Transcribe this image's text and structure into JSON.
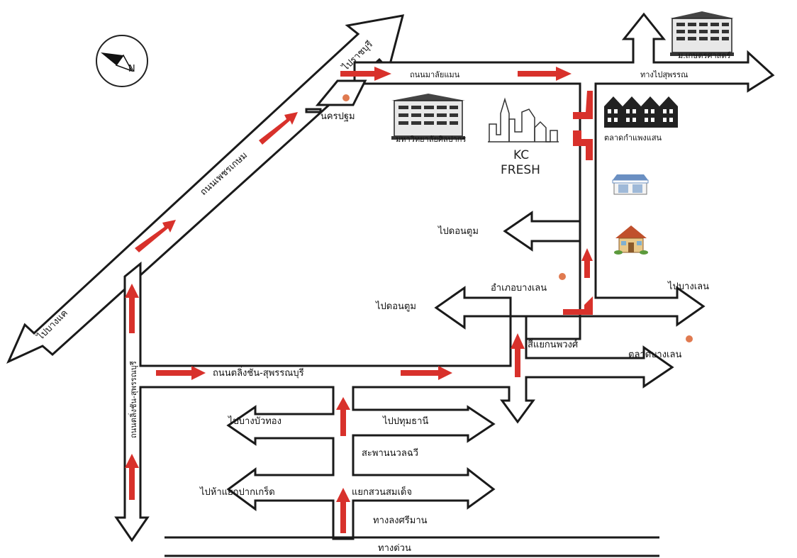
{
  "compass": {
    "north_letter": "N"
  },
  "roads": {
    "phet_kasem": "ถนนเพชรเกษม",
    "malaiman": "ถนนมาลัยแมน",
    "taling_chan": "ถนนตลิ่งชัน-สุพรรณบุรี",
    "taling_chan_vertical": "ถนนตลิ่งชัน-สุพรรณบุรี",
    "expressway": "ทางด่วน"
  },
  "directions": {
    "to_ratchaburi": "ไปราชบุรี",
    "to_bang_khae": "ไปบางแค",
    "to_suphan": "ทางไปสุพรรณ",
    "to_don_tum_upper": "ไปดอนตูม",
    "to_don_tum_lower": "ไปดอนตูม",
    "to_bang_len": "ไปบางเลน",
    "to_bang_bua_thong": "ไปบางบัวทอง",
    "to_pathum_thani": "ไปปทุมธานี",
    "to_pak_kret": "ไปห้าแยกปากเกร็ด",
    "to_sriman": "ทางลงศรีมาน"
  },
  "places": {
    "nakhon_pathom": "นครปฐม",
    "kasetsart": "ม.เกษตรศาสตร์",
    "silpakorn": "มหาวิทยาลัยศิลปากร",
    "kc_fresh_line1": "KC",
    "kc_fresh_line2": "FRESH",
    "kamphaeng_saen_market": "ตลาดกำแพงแสน",
    "amphoe_bang_len": "อำเภอบางเลน",
    "si_yaek_nop_phong": "สี่แยกนพวงศ์",
    "bang_len_market": "ตลาดบางเลน",
    "nawalchawi_bridge": "สะพานนวลฉวี",
    "yaek_suan_somdet": "แยกสวนสมเด็จ"
  },
  "colors": {
    "route_arrow": "#d8312b",
    "road_outline": "#1a1a1a",
    "location_dot": "#e07a50"
  },
  "icons": [
    "compass-icon",
    "building-icon",
    "skyline-icon",
    "townhouse-icon",
    "shop-icon",
    "house-icon"
  ]
}
